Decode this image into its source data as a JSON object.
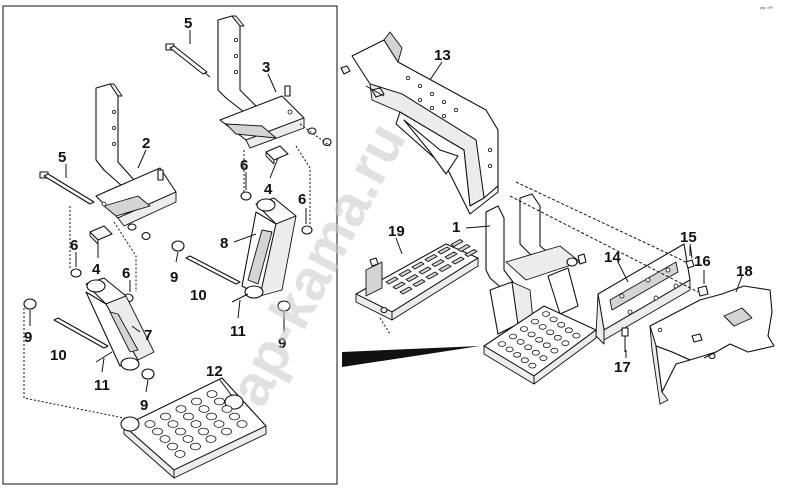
{
  "corner_mark": "ʸᵃᵖ ⁴⁰⁰",
  "watermark": "ap-kama.ru",
  "callouts": [
    {
      "id": "c5a",
      "label": "5"
    },
    {
      "id": "c3",
      "label": "3"
    },
    {
      "id": "c5b",
      "label": "5"
    },
    {
      "id": "c2",
      "label": "2"
    },
    {
      "id": "c6a",
      "label": "6"
    },
    {
      "id": "c4a",
      "label": "4"
    },
    {
      "id": "c6b",
      "label": "6"
    },
    {
      "id": "c6c",
      "label": "6"
    },
    {
      "id": "c4b",
      "label": "4"
    },
    {
      "id": "c6d",
      "label": "6"
    },
    {
      "id": "c8",
      "label": "8"
    },
    {
      "id": "c9a",
      "label": "9"
    },
    {
      "id": "c10a",
      "label": "10"
    },
    {
      "id": "c11a",
      "label": "11"
    },
    {
      "id": "c9b",
      "label": "9"
    },
    {
      "id": "c9c",
      "label": "9"
    },
    {
      "id": "c7",
      "label": "7"
    },
    {
      "id": "c10b",
      "label": "10"
    },
    {
      "id": "c11b",
      "label": "11"
    },
    {
      "id": "c12",
      "label": "12"
    },
    {
      "id": "c9d",
      "label": "9"
    },
    {
      "id": "c13",
      "label": "13"
    },
    {
      "id": "c19",
      "label": "19"
    },
    {
      "id": "c1",
      "label": "1"
    },
    {
      "id": "c15",
      "label": "15"
    },
    {
      "id": "c14",
      "label": "14"
    },
    {
      "id": "c16",
      "label": "16"
    },
    {
      "id": "c18",
      "label": "18"
    },
    {
      "id": "c17",
      "label": "17"
    }
  ]
}
